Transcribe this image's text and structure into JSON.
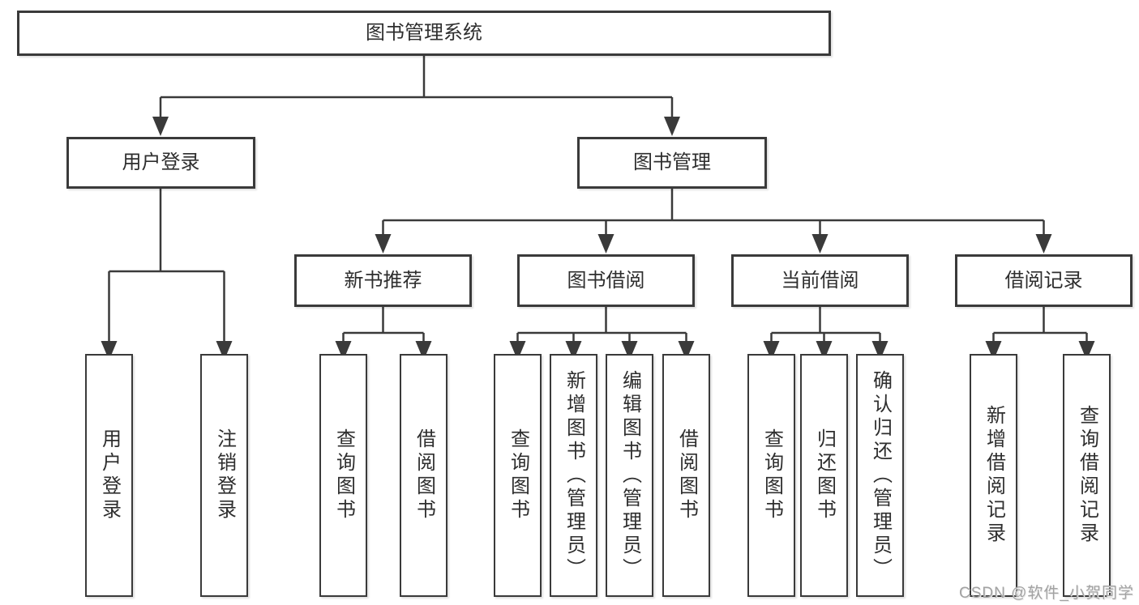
{
  "tree": {
    "label": "图书管理系统",
    "children": [
      {
        "label": "用户登录",
        "children": [
          {
            "label": "用户登录"
          },
          {
            "label": "注销登录"
          }
        ]
      },
      {
        "label": "图书管理",
        "children": [
          {
            "label": "新书推荐",
            "children": [
              {
                "label": "查询图书"
              },
              {
                "label": "借阅图书"
              }
            ]
          },
          {
            "label": "图书借阅",
            "children": [
              {
                "label": "查询图书"
              },
              {
                "label": "新增图书（管理员）"
              },
              {
                "label": "编辑图书（管理员）"
              },
              {
                "label": "借阅图书"
              }
            ]
          },
          {
            "label": "当前借阅",
            "children": [
              {
                "label": "查询图书"
              },
              {
                "label": "归还图书"
              },
              {
                "label": "确认归还（管理员）"
              }
            ]
          },
          {
            "label": "借阅记录",
            "children": [
              {
                "label": "新增借阅记录"
              },
              {
                "label": "查询借阅记录"
              }
            ]
          }
        ]
      }
    ]
  },
  "watermark": "CSDN @软件_小贺同学",
  "colors": {
    "line": "#3a3a3a",
    "box_border": "#3a3a3a",
    "text": "#2e2e2e",
    "background": "#ffffff",
    "watermark": "#a2a2a2"
  }
}
